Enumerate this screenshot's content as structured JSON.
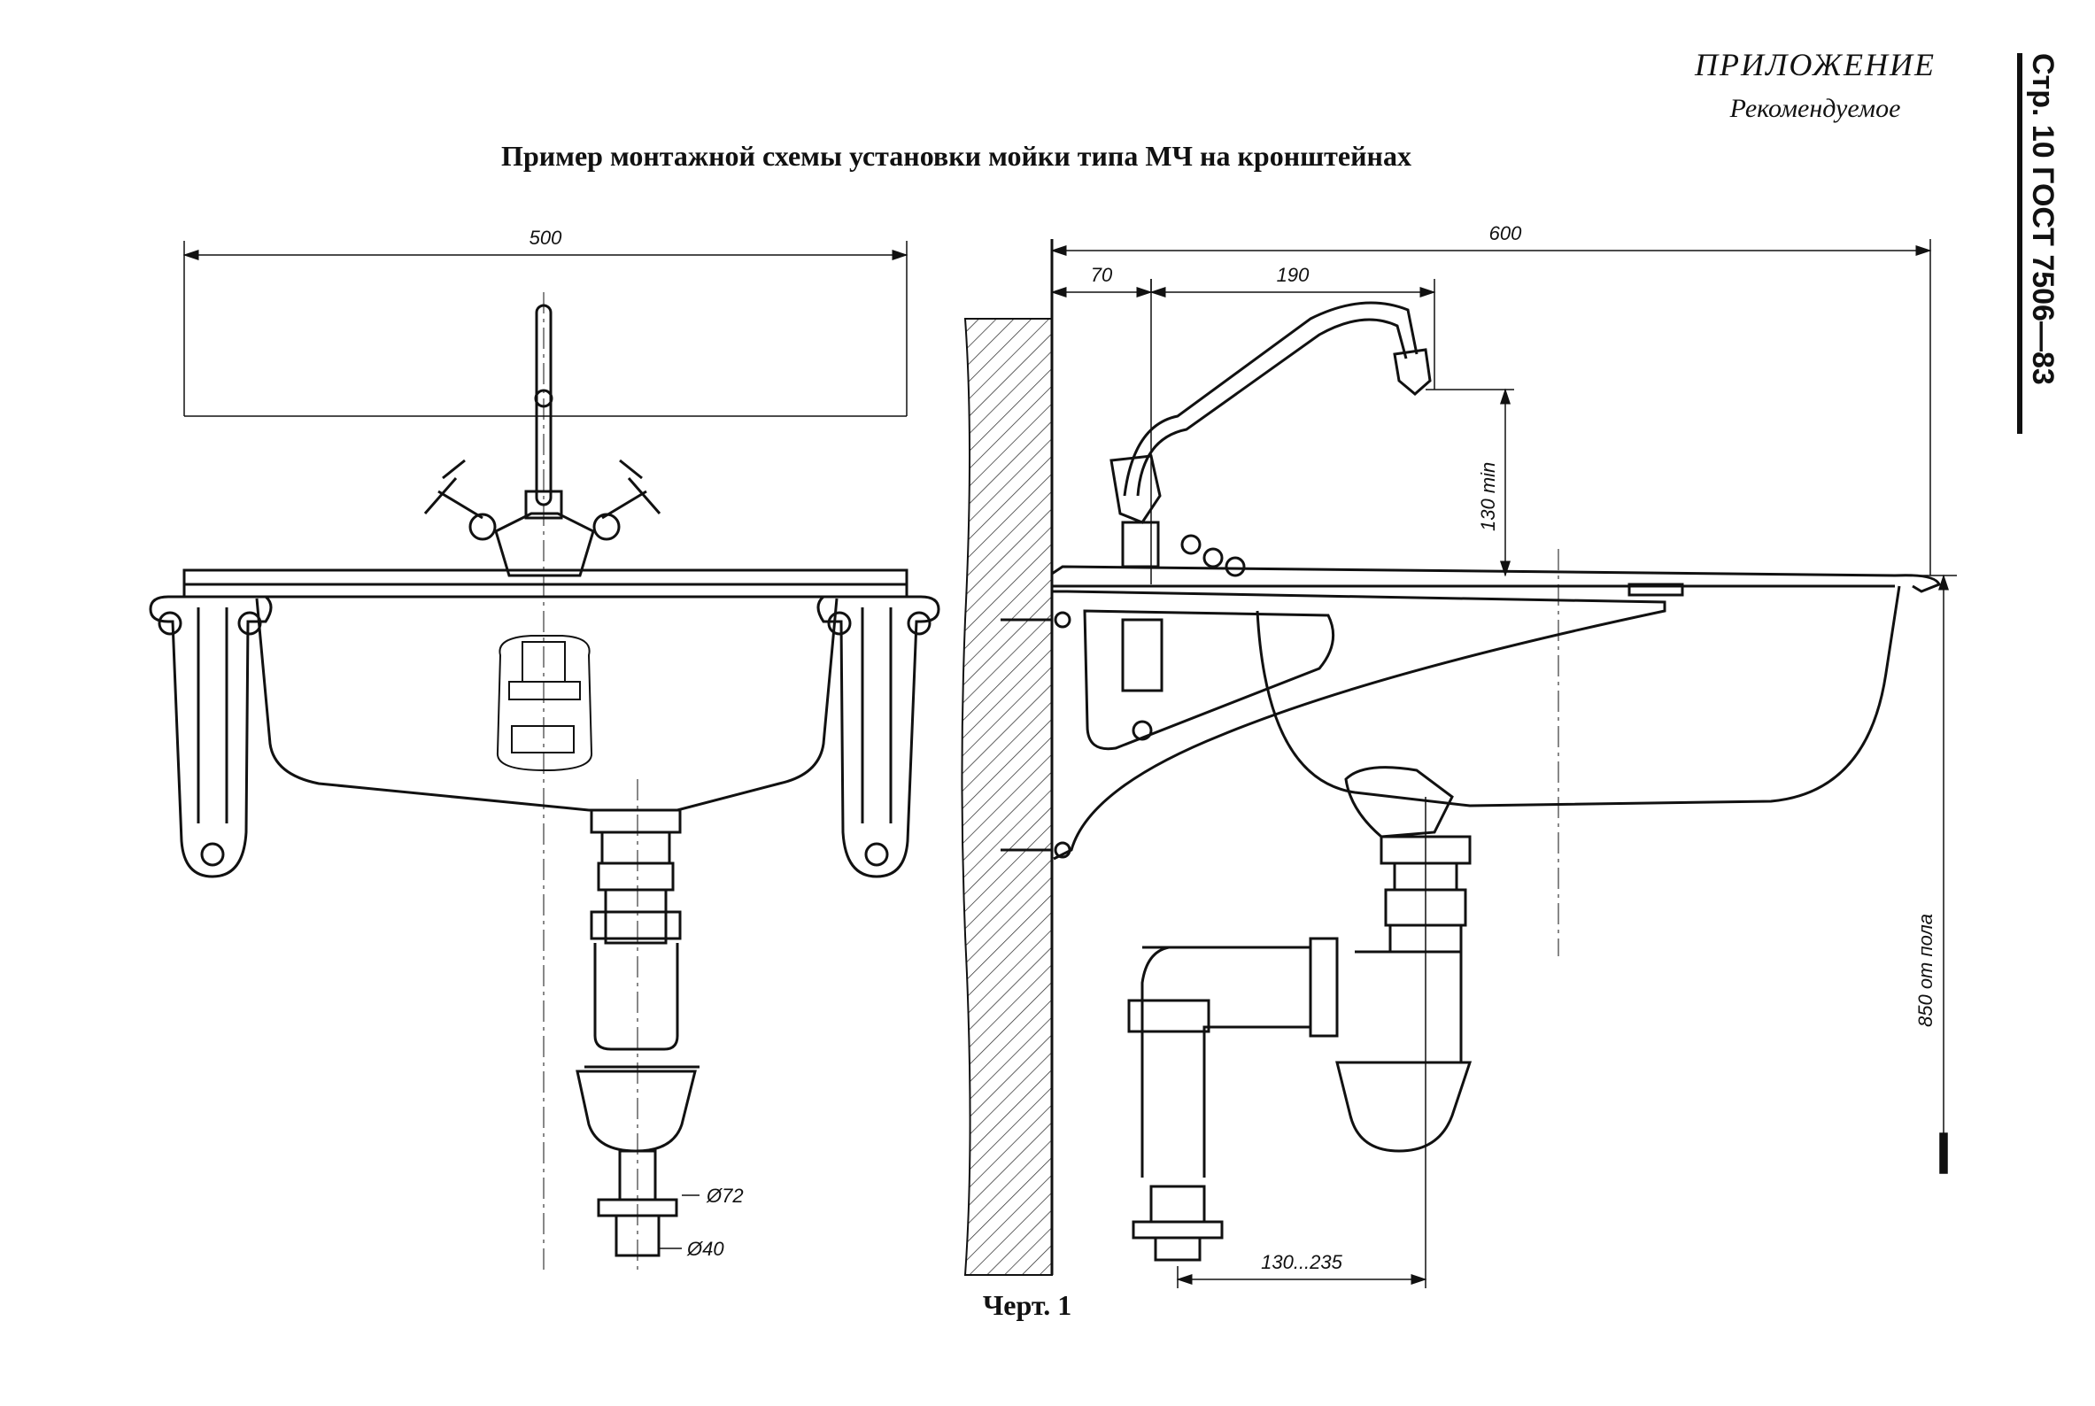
{
  "header": {
    "appendix": "ПРИЛОЖЕНИЕ",
    "recommended": "Рекомендуемое",
    "page_ref": "Стр. 10 ГОСТ 7506—83"
  },
  "title": "Пример монтажной схемы установки мойки типа МЧ на кронштейнах",
  "caption": "Черт. 1",
  "dimensions": {
    "front_width": "500",
    "side_width": "600",
    "wall_offset": "70",
    "faucet_offset": "190",
    "faucet_height": "130 min",
    "floor_height": "850 от пола",
    "drain_offset": "130...235",
    "outlet_d1": "Ø72",
    "outlet_d2": "Ø40"
  }
}
